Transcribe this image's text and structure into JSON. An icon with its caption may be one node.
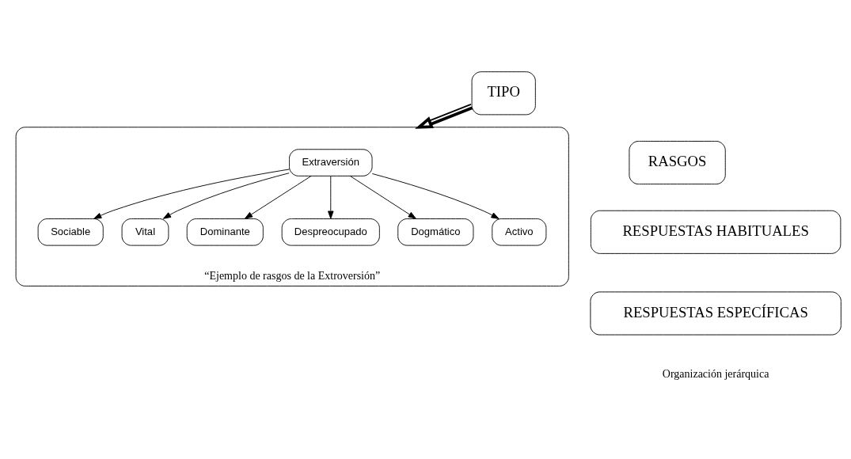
{
  "diagram": {
    "nodes": [
      {
        "text": [
          "TIPO"
        ]
      },
      {
        "text": [
          "RASGOS"
        ]
      },
      {
        "text": [
          "RESPUESTAS HABITUALES"
        ]
      },
      {
        "text": [
          "RESPUESTAS ESPECÍFICAS"
        ]
      },
      {
        "text": [
          "“Ejemplo de rasgos de la Extroversión”"
        ]
      },
      {
        "text": [
          "Extraversión"
        ],
        "in": 4
      },
      {
        "text": [
          "Sociable"
        ],
        "in": 4
      },
      {
        "text": [
          "Vital"
        ],
        "in": 4
      },
      {
        "text": [
          "Dominante"
        ],
        "in": 4
      },
      {
        "text": [
          "Despreocupado"
        ],
        "in": 4
      },
      {
        "text": [
          "Dogmático"
        ],
        "in": 4
      },
      {
        "text": [
          "Activo"
        ],
        "in": 4
      }
    ],
    "edges": [
      {
        "from": 0,
        "to": 4,
        "arrow": "to",
        "style": "thick"
      },
      {
        "from": 5,
        "to": 6,
        "arrow": "to"
      },
      {
        "from": 5,
        "to": 7,
        "arrow": "to"
      },
      {
        "from": 5,
        "to": 8,
        "arrow": "to"
      },
      {
        "from": 5,
        "to": 9,
        "arrow": "to"
      },
      {
        "from": 5,
        "to": 10,
        "arrow": "to"
      },
      {
        "from": 5,
        "to": 11,
        "arrow": "to"
      }
    ],
    "labels": [
      "Organización jerárquica"
    ]
  }
}
